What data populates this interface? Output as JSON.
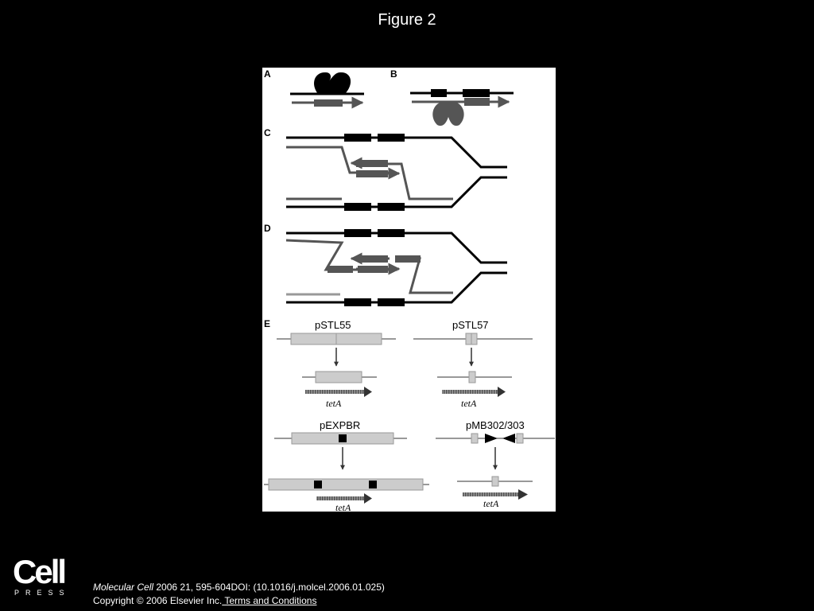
{
  "slide": {
    "title": "Figure 2"
  },
  "figure": {
    "panel_labels": {
      "a": "A",
      "b": "B",
      "c": "C",
      "d": "D",
      "e": "E"
    },
    "plasmids": {
      "p1": "pSTL55",
      "p2": "pSTL57",
      "p3": "pEXPBR",
      "p4": "pMB302/303"
    },
    "gene": "tetA"
  },
  "footer": {
    "logo_word": "Cell",
    "logo_sub": "PRESS",
    "journal": "Molecular Cell",
    "citation_rest": " 2006 21, 595-604DOI: (10.1016/j.molcel.2006.01.025)",
    "copyright": "Copyright © 2006 Elsevier Inc.",
    "terms_link": " Terms and Conditions"
  }
}
